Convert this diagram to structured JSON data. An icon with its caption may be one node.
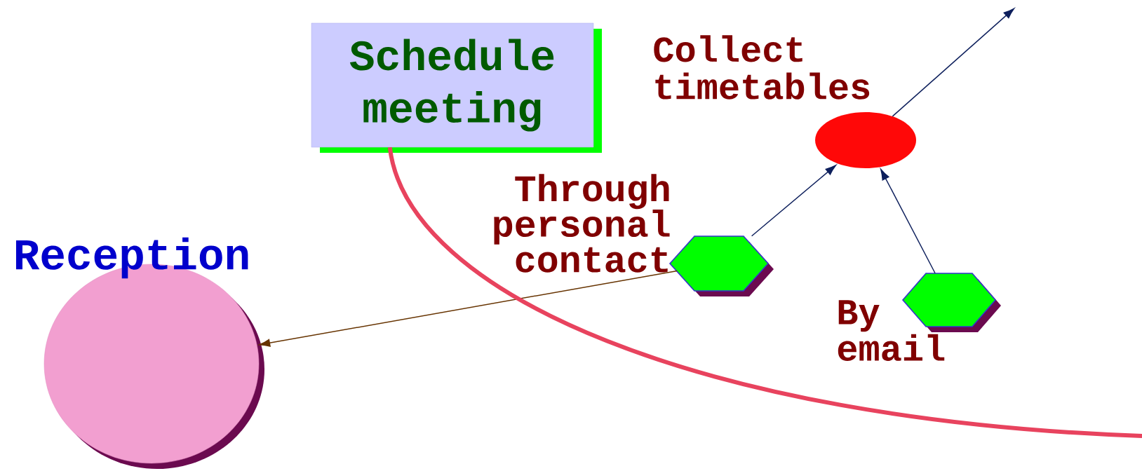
{
  "diagram": {
    "nodes": [
      {
        "text": [
          "Schedule meeting"
        ]
      },
      {
        "text": [
          "Collect timetables"
        ]
      },
      {
        "text": [
          "Through personal contact"
        ]
      },
      {
        "text": [
          "By email"
        ]
      },
      {
        "text": [
          "Reception"
        ]
      }
    ],
    "edges": [
      {
        "from": 1,
        "to": null,
        "arrow": "to"
      },
      {
        "from": 2,
        "to": 1,
        "arrow": "to"
      },
      {
        "from": 3,
        "to": 1,
        "arrow": "to"
      },
      {
        "from": 2,
        "to": 4,
        "arrow": "to",
        "color": "#663300"
      },
      {
        "from": 0,
        "to": null,
        "arrow": "none",
        "style": "thick",
        "color": "#e8435e"
      }
    ]
  }
}
